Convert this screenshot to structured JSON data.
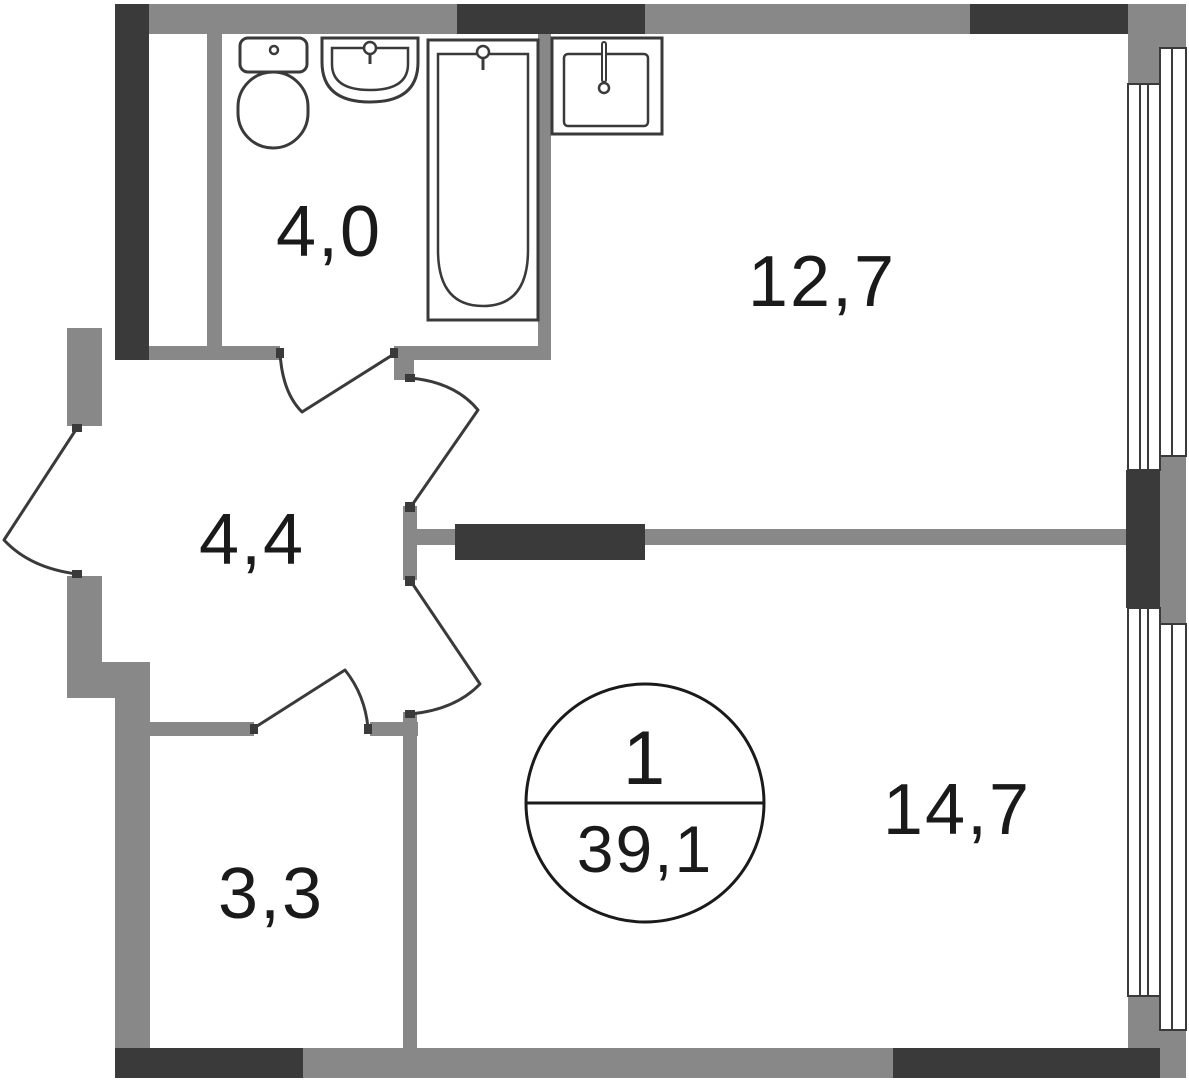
{
  "plan": {
    "rooms": [
      {
        "id": "bathroom",
        "area": "4,0"
      },
      {
        "id": "kitchen",
        "area": "12,7"
      },
      {
        "id": "hallway",
        "area": "4,4"
      },
      {
        "id": "storage",
        "area": "3,3"
      },
      {
        "id": "living-room",
        "area": "14,7"
      }
    ],
    "badge": {
      "rooms_count": "1",
      "total_area": "39,1"
    },
    "colors": {
      "wall_light": "#888888",
      "wall_dark": "#3a3a3a",
      "text": "#1a1a1a",
      "background": "#ffffff"
    }
  }
}
